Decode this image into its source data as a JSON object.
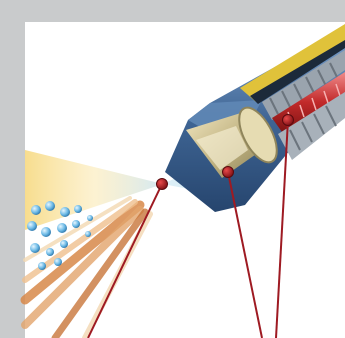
{
  "figure": {
    "subject": "cutaway-nozzle-illustration",
    "colors": {
      "frame": "#c9cbcc",
      "panel": "#ffffff",
      "housing_dark": "#3b5d86",
      "housing_mid": "#5f87b5",
      "cone": "#d8c99a",
      "core_red": "#c22a2a",
      "gold": "#e0c23a",
      "leader_line": "#9e1a22",
      "spray_blue": "#4aa0d8",
      "spray_orange": "#d8894a"
    },
    "callouts": [
      "leader-dot-spray",
      "leader-dot-cone",
      "leader-dot-core"
    ]
  }
}
